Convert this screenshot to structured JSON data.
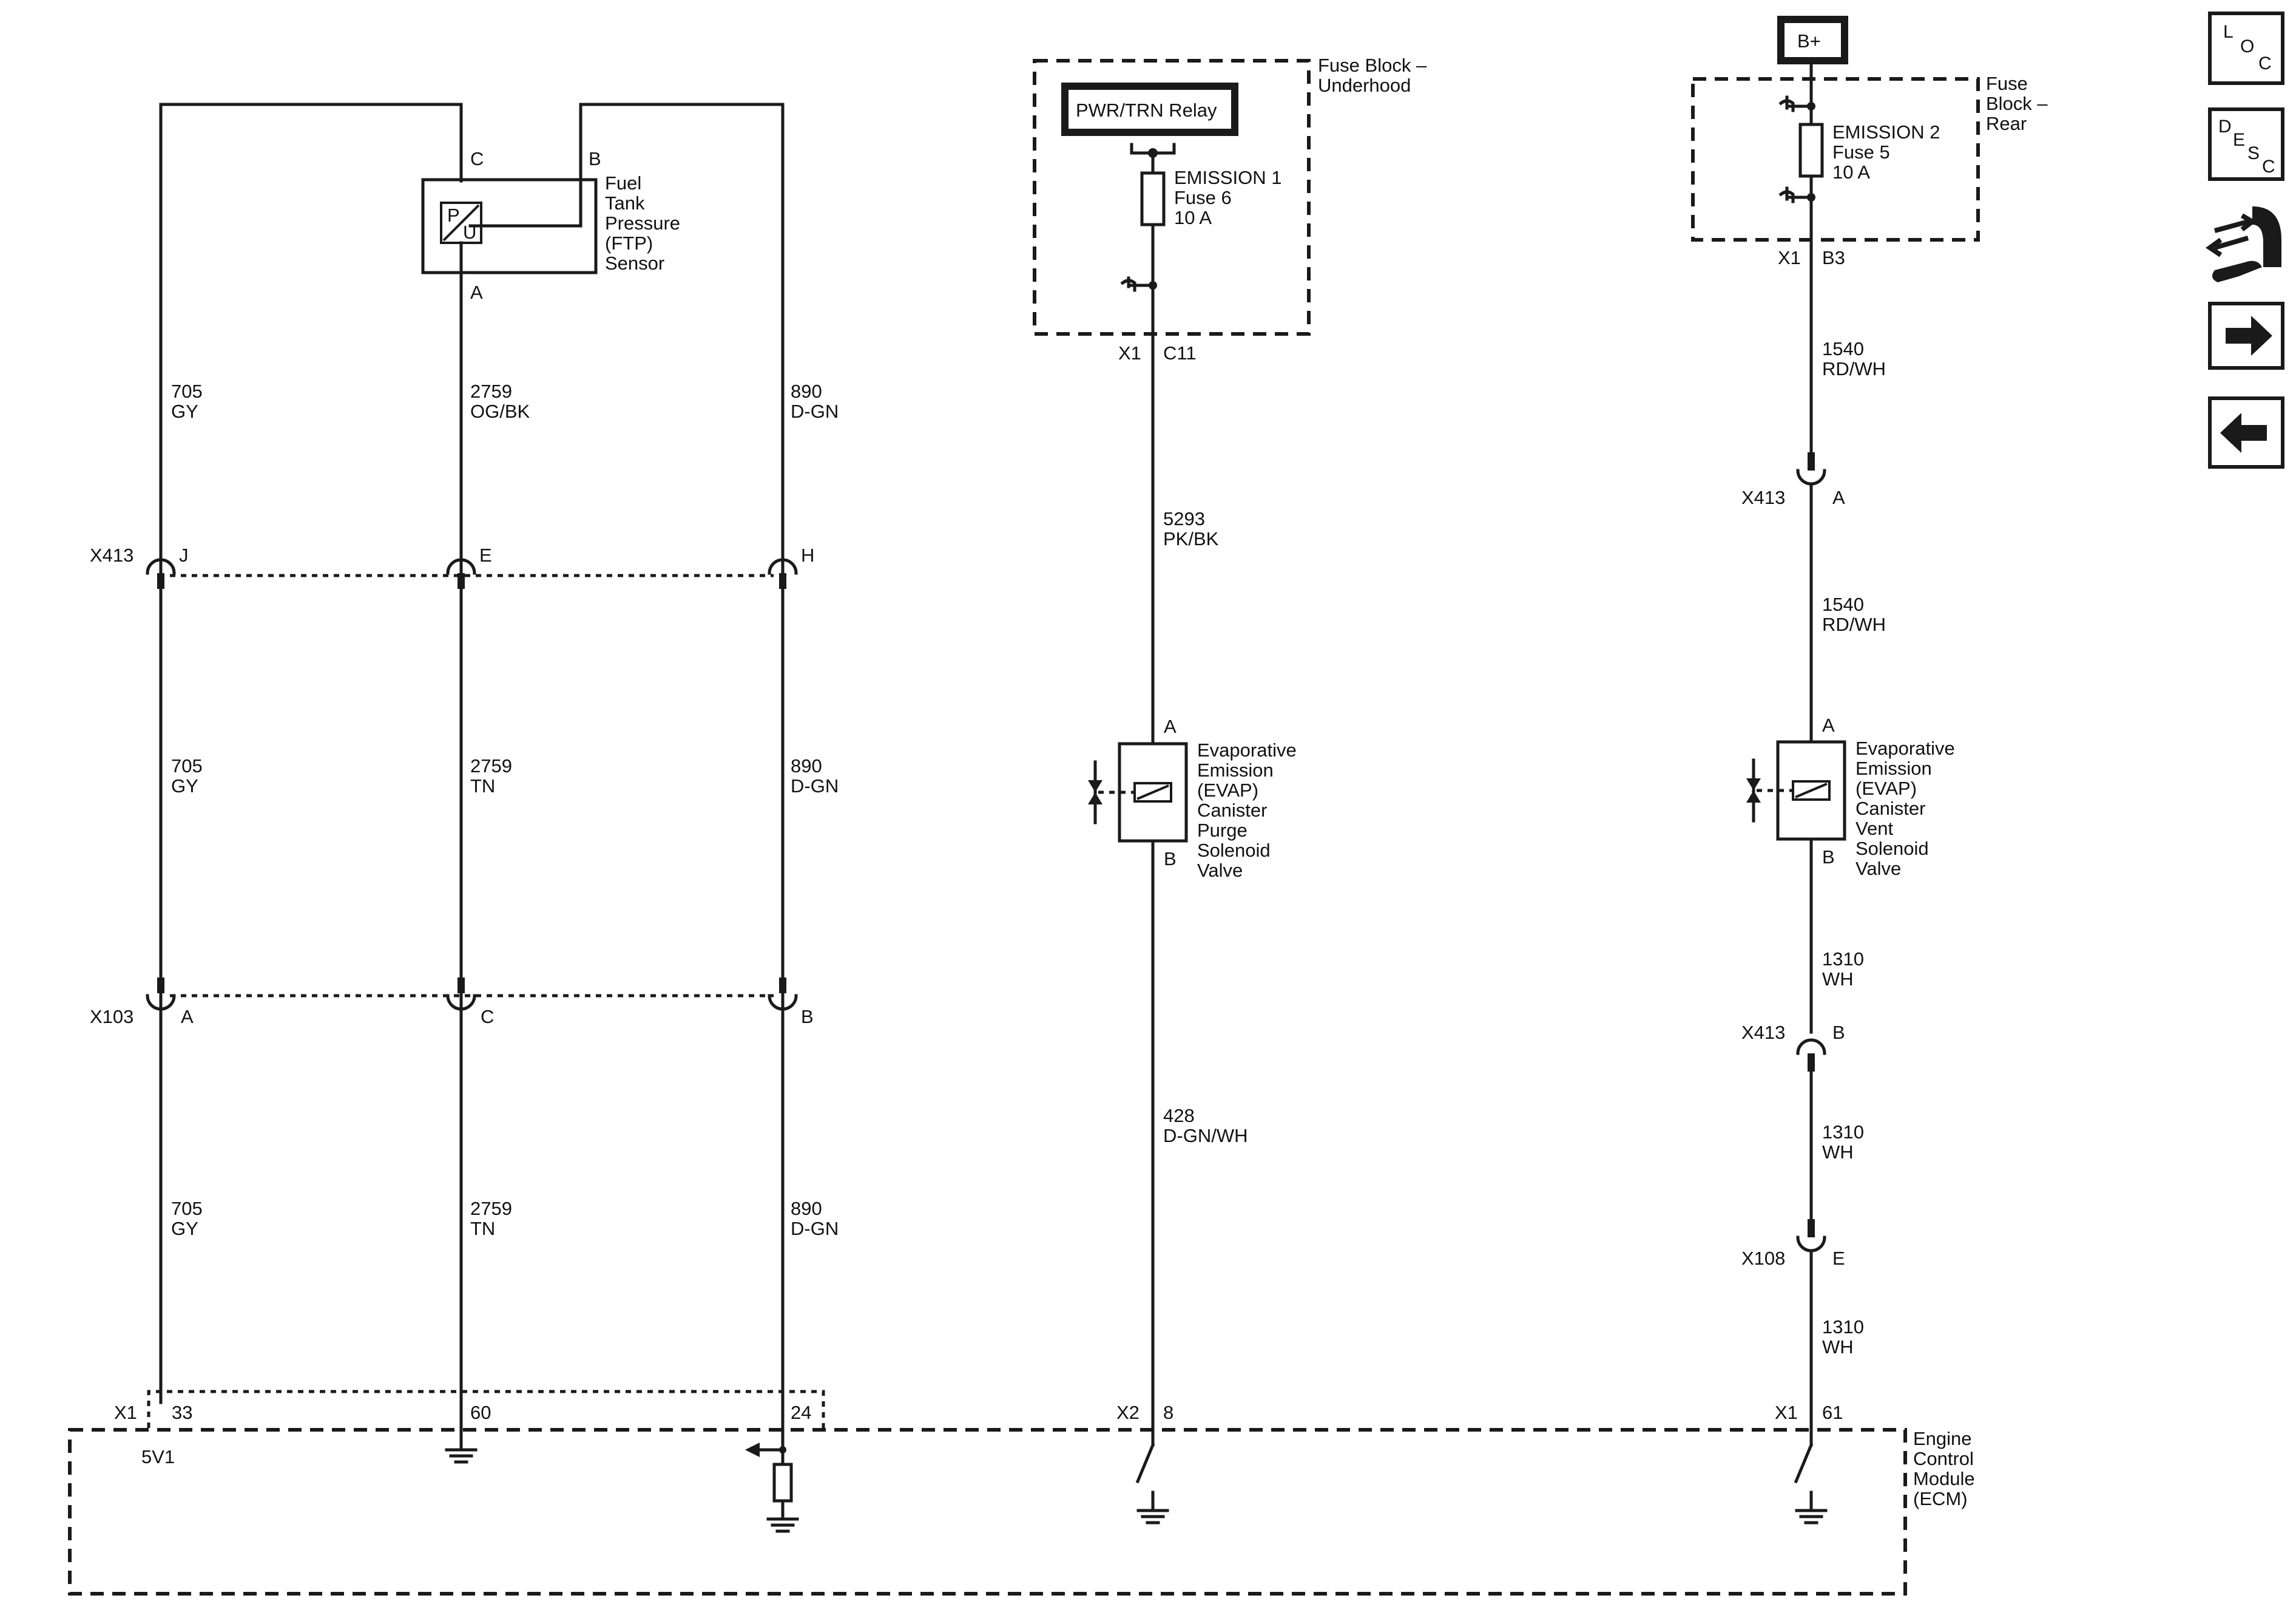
{
  "ftp_sensor": {
    "pin_c": "C",
    "pin_b": "B",
    "pin_a": "A",
    "symbol_p": "P",
    "symbol_u": "U",
    "label": [
      "Fuel",
      "Tank",
      "Pressure",
      "(FTP)",
      "Sensor"
    ]
  },
  "circuits": {
    "c705_top": [
      "705",
      "GY"
    ],
    "c2759_top": [
      "2759",
      "OG/BK"
    ],
    "c890_top": [
      "890",
      "D-GN"
    ],
    "c705_mid": [
      "705",
      "GY"
    ],
    "c2759_mid": [
      "2759",
      "TN"
    ],
    "c890_mid": [
      "890",
      "D-GN"
    ],
    "c705_bot": [
      "705",
      "GY"
    ],
    "c2759_bot": [
      "2759",
      "TN"
    ],
    "c890_bot": [
      "890",
      "D-GN"
    ],
    "c5293": [
      "5293",
      "PK/BK"
    ],
    "c428": [
      "428",
      "D-GN/WH"
    ],
    "c1540_top": [
      "1540",
      "RD/WH"
    ],
    "c1540_mid": [
      "1540",
      "RD/WH"
    ],
    "c1310_a": [
      "1310",
      "WH"
    ],
    "c1310_b": [
      "1310",
      "WH"
    ],
    "c1310_c": [
      "1310",
      "WH"
    ]
  },
  "connectors": {
    "x413_left": {
      "name": "X413",
      "pins": [
        "J",
        "E",
        "H"
      ]
    },
    "x103": {
      "name": "X103",
      "pins": [
        "A",
        "C",
        "B"
      ]
    },
    "ecm_x1_left": {
      "name": "X1",
      "pins": [
        "33",
        "60",
        "24"
      ],
      "ref": "5V1"
    },
    "upper_x1": {
      "name": "X1",
      "pin": "C11"
    },
    "ecm_x2": {
      "name": "X2",
      "pin": "8"
    },
    "rear_x1": {
      "name": "X1",
      "pin": "B3"
    },
    "x413_right_a": {
      "name": "X413",
      "pin": "A"
    },
    "x413_right_b": {
      "name": "X413",
      "pin": "B"
    },
    "x108": {
      "name": "X108",
      "pin": "E"
    },
    "ecm_x1_right": {
      "name": "X1",
      "pin": "61"
    }
  },
  "fuse_block_underhood": {
    "label": [
      "Fuse Block –",
      "Underhood"
    ],
    "relay": "PWR/TRN Relay",
    "fuse": [
      "EMISSION 1",
      "Fuse 6",
      "10 A"
    ]
  },
  "fuse_block_rear": {
    "label": [
      "Fuse",
      "Block –",
      "Rear"
    ],
    "supply": "B+",
    "fuse": [
      "EMISSION 2",
      "Fuse 5",
      "10 A"
    ]
  },
  "purge_solenoid": {
    "pin_a": "A",
    "pin_b": "B",
    "label": [
      "Evaporative",
      "Emission",
      "(EVAP)",
      "Canister",
      "Purge",
      "Solenoid",
      "Valve"
    ]
  },
  "vent_solenoid": {
    "pin_a": "A",
    "pin_b": "B",
    "label": [
      "Evaporative",
      "Emission",
      "(EVAP)",
      "Canister",
      "Vent",
      "Solenoid",
      "Valve"
    ]
  },
  "ecm": {
    "label": [
      "Engine",
      "Control",
      "Module",
      "(ECM)"
    ]
  },
  "nav": {
    "loc": [
      "L",
      "O",
      "C"
    ],
    "desc": [
      "D",
      "E",
      "S",
      "C"
    ],
    "icons": [
      "connector-wrench-icon",
      "arrow-right-icon",
      "arrow-left-icon"
    ]
  }
}
